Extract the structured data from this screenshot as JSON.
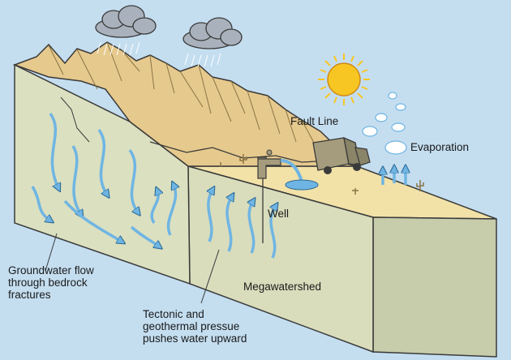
{
  "labels": {
    "fault_line": "Fault Line",
    "evaporation": "Evaporation",
    "well": "Well",
    "groundwater": "Groundwater flow\nthrough bedrock\nfractures",
    "megawatershed": "Megawatershed",
    "tectonic": "Tectonic and\ngeothermal pressue\npushes water upward"
  },
  "colors": {
    "sky": "#c4def0",
    "mountain": "#e6c98d",
    "ground_top": "#f2e2a8",
    "rock_face": "#d9ddbc",
    "rock_side": "#c7ccab",
    "water_arrow": "#6fb5e3",
    "sun": "#f7c623",
    "cloud": "#a9b2bc",
    "truck": "#a49c7c",
    "outline": "#3a3a3a"
  }
}
